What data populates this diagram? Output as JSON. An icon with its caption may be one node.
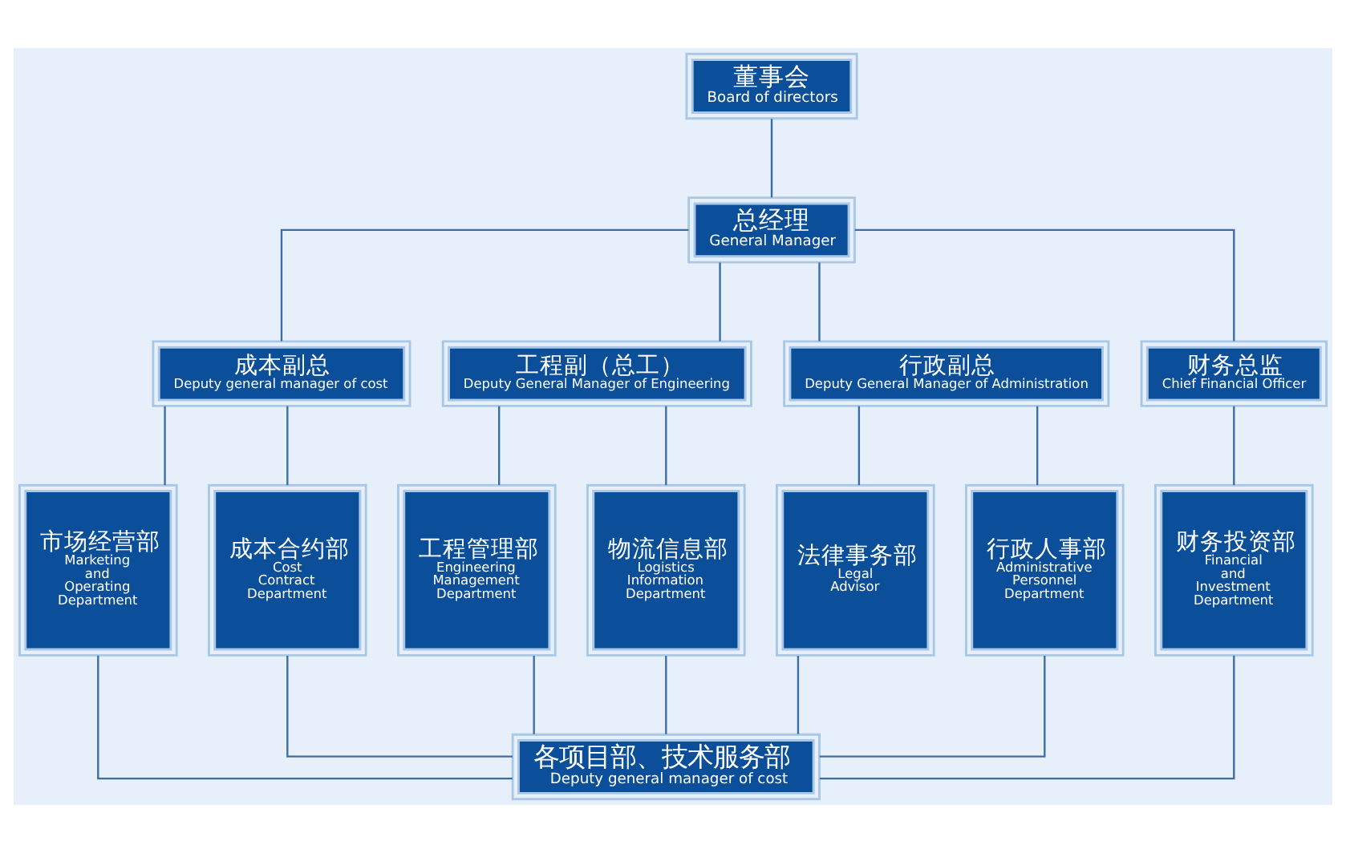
{
  "diagram": {
    "nodes": [
      {
        "text": [
          "董事会",
          "Board of directors"
        ]
      },
      {
        "text": [
          "总经理",
          "General Manager"
        ]
      },
      {
        "text": [
          "成本副总",
          "Deputy general manager of cost"
        ]
      },
      {
        "text": [
          "工程副（总工）",
          "Deputy General Manager of Engineering"
        ]
      },
      {
        "text": [
          "行政副总",
          "Deputy General Manager of Administration"
        ]
      },
      {
        "text": [
          "财务总监",
          "Chief Financial Officer"
        ]
      },
      {
        "text": [
          "市场经营部",
          "Marketing and Operating Department"
        ]
      },
      {
        "text": [
          "成本合约部",
          "Cost Contract Department"
        ]
      },
      {
        "text": [
          "工程管理部",
          "Engineering Management Department"
        ]
      },
      {
        "text": [
          "物流信息部",
          "Logistics Information Department"
        ]
      },
      {
        "text": [
          "法律事务部",
          "Legal Advisor"
        ]
      },
      {
        "text": [
          "行政人事部",
          "Administrative Personnel Department"
        ]
      },
      {
        "text": [
          "财务投资部",
          "Financial and Investment Department"
        ]
      },
      {
        "text": [
          "各项目部、技术服务部",
          "Deputy general manager of cost"
        ]
      }
    ],
    "edges": [
      {
        "from": 0,
        "to": 1,
        "arrow": "none"
      },
      {
        "from": 1,
        "to": 2,
        "arrow": "none"
      },
      {
        "from": 1,
        "to": 3,
        "arrow": "none"
      },
      {
        "from": 1,
        "to": 4,
        "arrow": "none"
      },
      {
        "from": 1,
        "to": 5,
        "arrow": "none"
      },
      {
        "from": 2,
        "to": 6,
        "arrow": "none"
      },
      {
        "from": 2,
        "to": 7,
        "arrow": "none"
      },
      {
        "from": 3,
        "to": 8,
        "arrow": "none"
      },
      {
        "from": 3,
        "to": 9,
        "arrow": "none"
      },
      {
        "from": 4,
        "to": 10,
        "arrow": "none"
      },
      {
        "from": 4,
        "to": 11,
        "arrow": "none"
      },
      {
        "from": 5,
        "to": 12,
        "arrow": "none"
      },
      {
        "from": 6,
        "to": 13,
        "arrow": "none"
      },
      {
        "from": 7,
        "to": 13,
        "arrow": "none"
      },
      {
        "from": 8,
        "to": 13,
        "arrow": "none"
      },
      {
        "from": 9,
        "to": 13,
        "arrow": "none"
      },
      {
        "from": 10,
        "to": 13,
        "arrow": "none"
      },
      {
        "from": 11,
        "to": 13,
        "arrow": "none"
      },
      {
        "from": 12,
        "to": 13,
        "arrow": "none"
      }
    ]
  }
}
